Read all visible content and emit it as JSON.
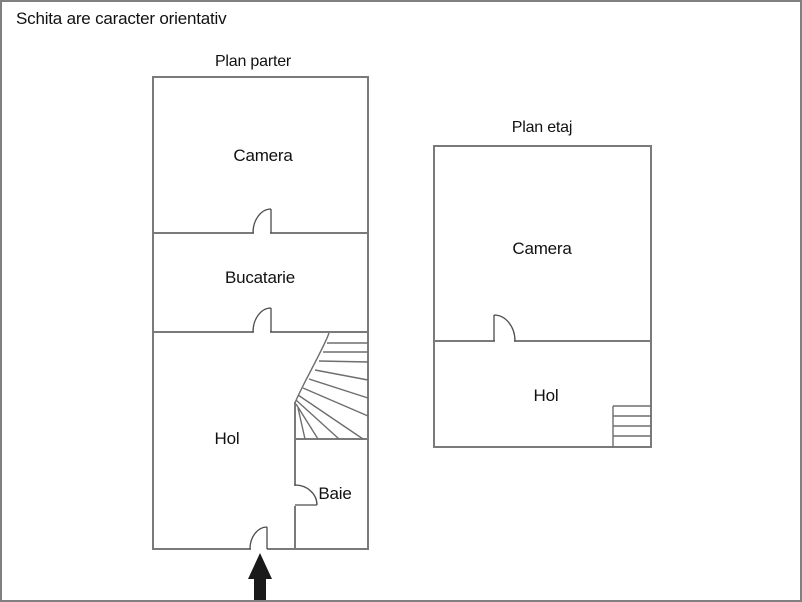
{
  "title": "Schita are caracter orientativ",
  "plans": {
    "parter": {
      "title": "Plan parter",
      "rooms": {
        "camera": "Camera",
        "bucatarie": "Bucatarie",
        "hol": "Hol",
        "baie": "Baie"
      }
    },
    "etaj": {
      "title": "Plan etaj",
      "rooms": {
        "camera": "Camera",
        "hol": "Hol"
      }
    }
  },
  "colors": {
    "wall": "#7a7a7a",
    "detail": "#4c4c4c",
    "stairs": "#6e6e6e",
    "arrow": "#1a1a1a",
    "border": "#808080",
    "background": "#ffffff"
  }
}
